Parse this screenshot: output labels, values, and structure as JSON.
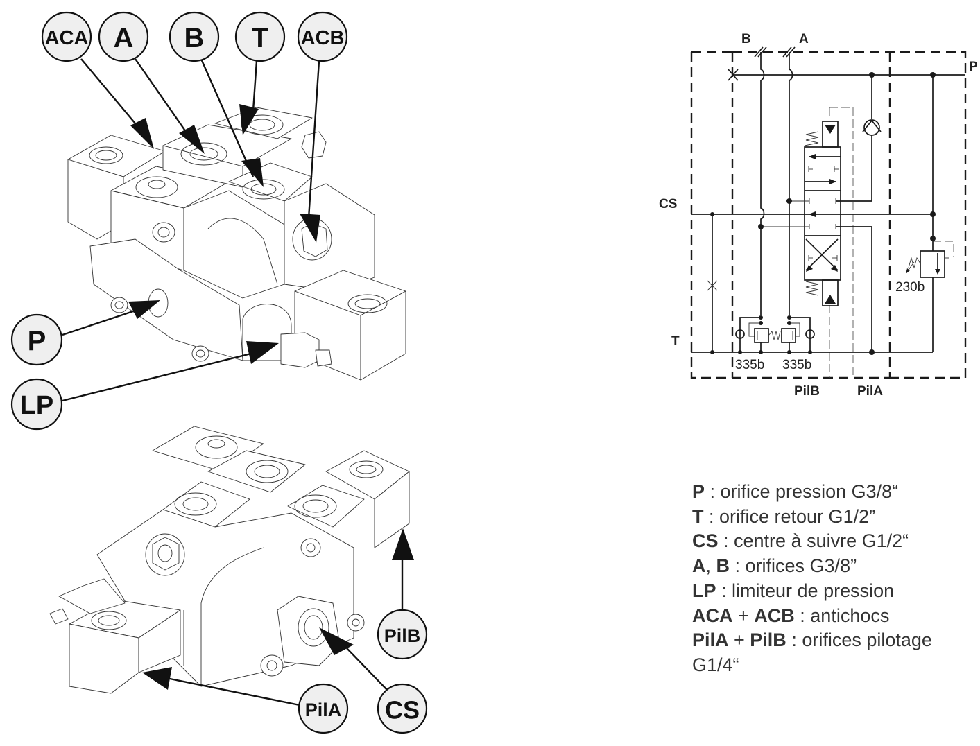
{
  "callouts_top": [
    {
      "id": "ACA",
      "label": "ACA"
    },
    {
      "id": "A",
      "label": "A"
    },
    {
      "id": "B",
      "label": "B"
    },
    {
      "id": "T",
      "label": "T"
    },
    {
      "id": "ACB",
      "label": "ACB"
    },
    {
      "id": "P",
      "label": "P"
    },
    {
      "id": "LP",
      "label": "LP"
    }
  ],
  "callouts_bottom": [
    {
      "id": "PilB",
      "label": "PilB"
    },
    {
      "id": "PilA",
      "label": "PilA"
    },
    {
      "id": "CS",
      "label": "CS"
    }
  ],
  "schematic": {
    "port_B": "B",
    "port_A": "A",
    "port_P": "P",
    "port_CS": "CS",
    "port_T": "T",
    "relief_main_setting": "230b",
    "relief_B_setting": "335b",
    "relief_A_setting": "335b",
    "pilot_B": "PilB",
    "pilot_A": "PilA"
  },
  "legend": [
    {
      "key": "P",
      "text": " : orifice pression  G3/8“"
    },
    {
      "key": "T",
      "text": " : orifice retour G1/2”"
    },
    {
      "key": "CS",
      "text": " : centre à suivre G1/2“"
    },
    {
      "key": "A",
      "sep": ", ",
      "key2": "B",
      "text": " : orifices G3/8”"
    },
    {
      "key": "LP",
      "text": " : limiteur de pression"
    },
    {
      "key": "ACA",
      "sep": " + ",
      "key2": "ACB",
      "text": " : antichocs"
    },
    {
      "key": "PilA",
      "sep": " + ",
      "key2": "PilB",
      "text": " : orifices pilotage"
    },
    {
      "key": "",
      "text": "G1/4“"
    }
  ]
}
